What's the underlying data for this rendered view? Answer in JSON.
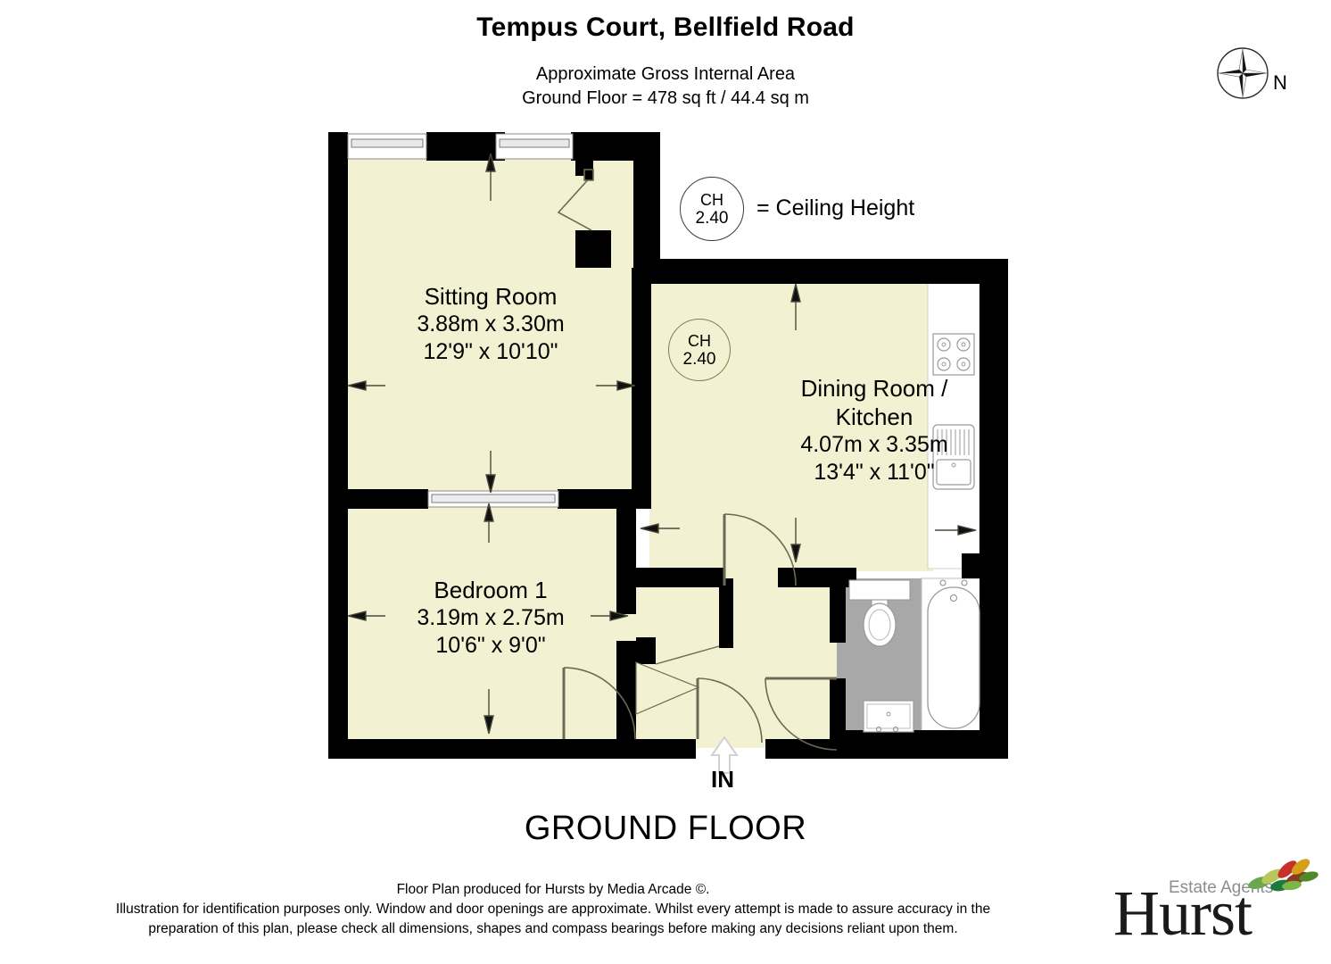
{
  "header": {
    "title": "Tempus Court, Bellfield Road",
    "area_line1": "Approximate Gross Internal Area",
    "area_line2": "Ground Floor = 478 sq ft / 44.4 sq m"
  },
  "compass": {
    "icon": "compass-star-icon",
    "north_label": "N"
  },
  "legend": {
    "ch_abbrev": "CH",
    "ch_value": "2.40",
    "description": "= Ceiling Height"
  },
  "rooms": [
    {
      "key": "sitting_room",
      "name": "Sitting Room",
      "dim_metric": "3.88m x 3.30m",
      "dim_imperial": "12'9\" x 10'10\""
    },
    {
      "key": "dining_kitchen",
      "name_line1": "Dining Room /",
      "name_line2": "Kitchen",
      "dim_metric": "4.07m x 3.35m",
      "dim_imperial": "13'4\" x 11'0\""
    },
    {
      "key": "bedroom_1",
      "name": "Bedroom 1",
      "dim_metric": "3.19m x 2.75m",
      "dim_imperial": "10'6\" x 9'0\""
    }
  ],
  "ceiling_markers": [
    {
      "location": "dining_kitchen",
      "abbrev": "CH",
      "value": "2.40"
    }
  ],
  "entrance": {
    "label": "IN",
    "icon": "arrow-up-icon"
  },
  "floor_caption": "GROUND FLOOR",
  "footer": {
    "line1": "Floor Plan produced for Hursts by Media Arcade ©.",
    "line2": "Illustration for identification purposes only. Window and door openings are approximate. Whilst every attempt is made to assure accuracy in the",
    "line3": "preparation of this plan, please check all dimensions, shapes and compass bearings before making any decisions reliant upon them."
  },
  "logo": {
    "wordmark": "Hurst",
    "tagline": "Estate Agents",
    "leaves_icon": "leaves-icon"
  },
  "fixtures": [
    {
      "name": "kitchen-hob",
      "room": "dining_kitchen",
      "burners": 4
    },
    {
      "name": "kitchen-sink-drainer",
      "room": "dining_kitchen"
    },
    {
      "name": "toilet",
      "room": "bathroom"
    },
    {
      "name": "wash-basin",
      "room": "bathroom"
    },
    {
      "name": "bath-tub",
      "room": "bathroom"
    }
  ],
  "colors": {
    "wall": "#000000",
    "floor_fill": "#F2F2D2",
    "bathroom_floor": "#A8A8A8",
    "fixture_outline": "#9a9a9a",
    "white": "#FFFFFF",
    "text": "#000000",
    "logo_tagline": "#8d8d8d"
  }
}
